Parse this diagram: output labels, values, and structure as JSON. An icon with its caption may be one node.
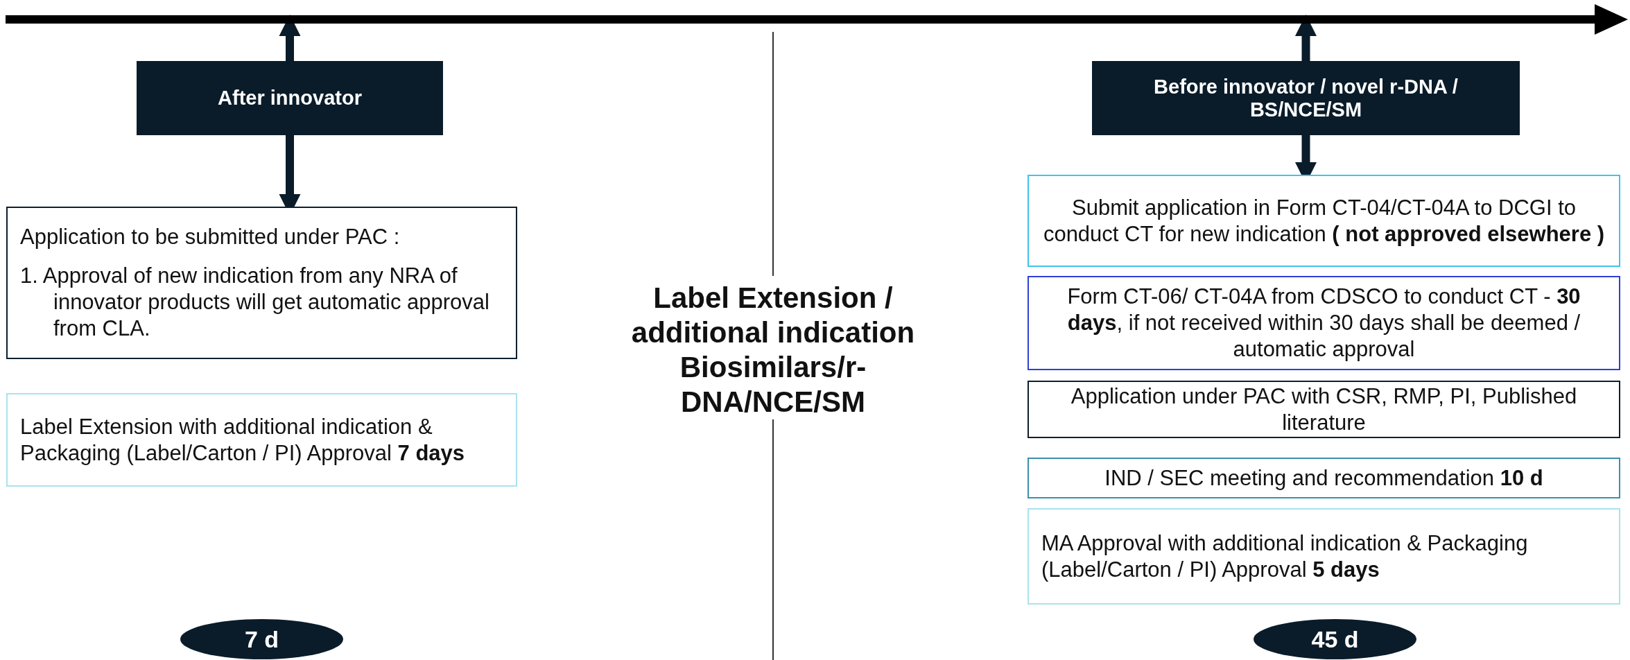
{
  "diagram": {
    "nodes": [
      {
        "text": [],
        "shape": "arrow"
      },
      {
        "text": [
          "After innovator"
        ]
      },
      {
        "text": [
          "Application to be submitted under PAC :",
          "1. Approval of new indication from any NRA of innovator products will get automatic approval from CLA."
        ]
      },
      {
        "text": [
          "Label Extension with additional indication & Packaging (Label/Carton / PI) Approval **7 days**"
        ]
      },
      {
        "text": [
          "7 d"
        ]
      },
      {
        "text": [
          "Before innovator / novel r-DNA / BS/NCE/SM"
        ]
      },
      {
        "text": [
          "Submit application in Form CT-04/CT-04A to DCGI to conduct CT for new indication **( not approved elsewhere )**"
        ]
      },
      {
        "text": [
          "Form CT-06/ CT-04A from CDSCO to conduct CT - **30 days**, if not received within 30 days shall be deemed / automatic approval"
        ]
      },
      {
        "text": [
          "Application under PAC with CSR, RMP, PI, Published literature"
        ]
      },
      {
        "text": [
          "IND / SEC meeting and recommendation **10 d**"
        ]
      },
      {
        "text": [
          "MA Approval with additional indication & Packaging (Label/Carton / PI) Approval **5 days**"
        ]
      },
      {
        "text": [
          "45 d"
        ]
      }
    ],
    "edges": [
      {
        "from": 1,
        "to": 0,
        "arrow": "to"
      },
      {
        "from": 1,
        "to": 2,
        "arrow": "to"
      },
      {
        "from": 5,
        "to": 0,
        "arrow": "to"
      },
      {
        "from": 5,
        "to": 6,
        "arrow": "to"
      }
    ],
    "labels": [
      "Label Extension / additional indication Biosimilars/r-DNA/NCE/SM"
    ]
  }
}
